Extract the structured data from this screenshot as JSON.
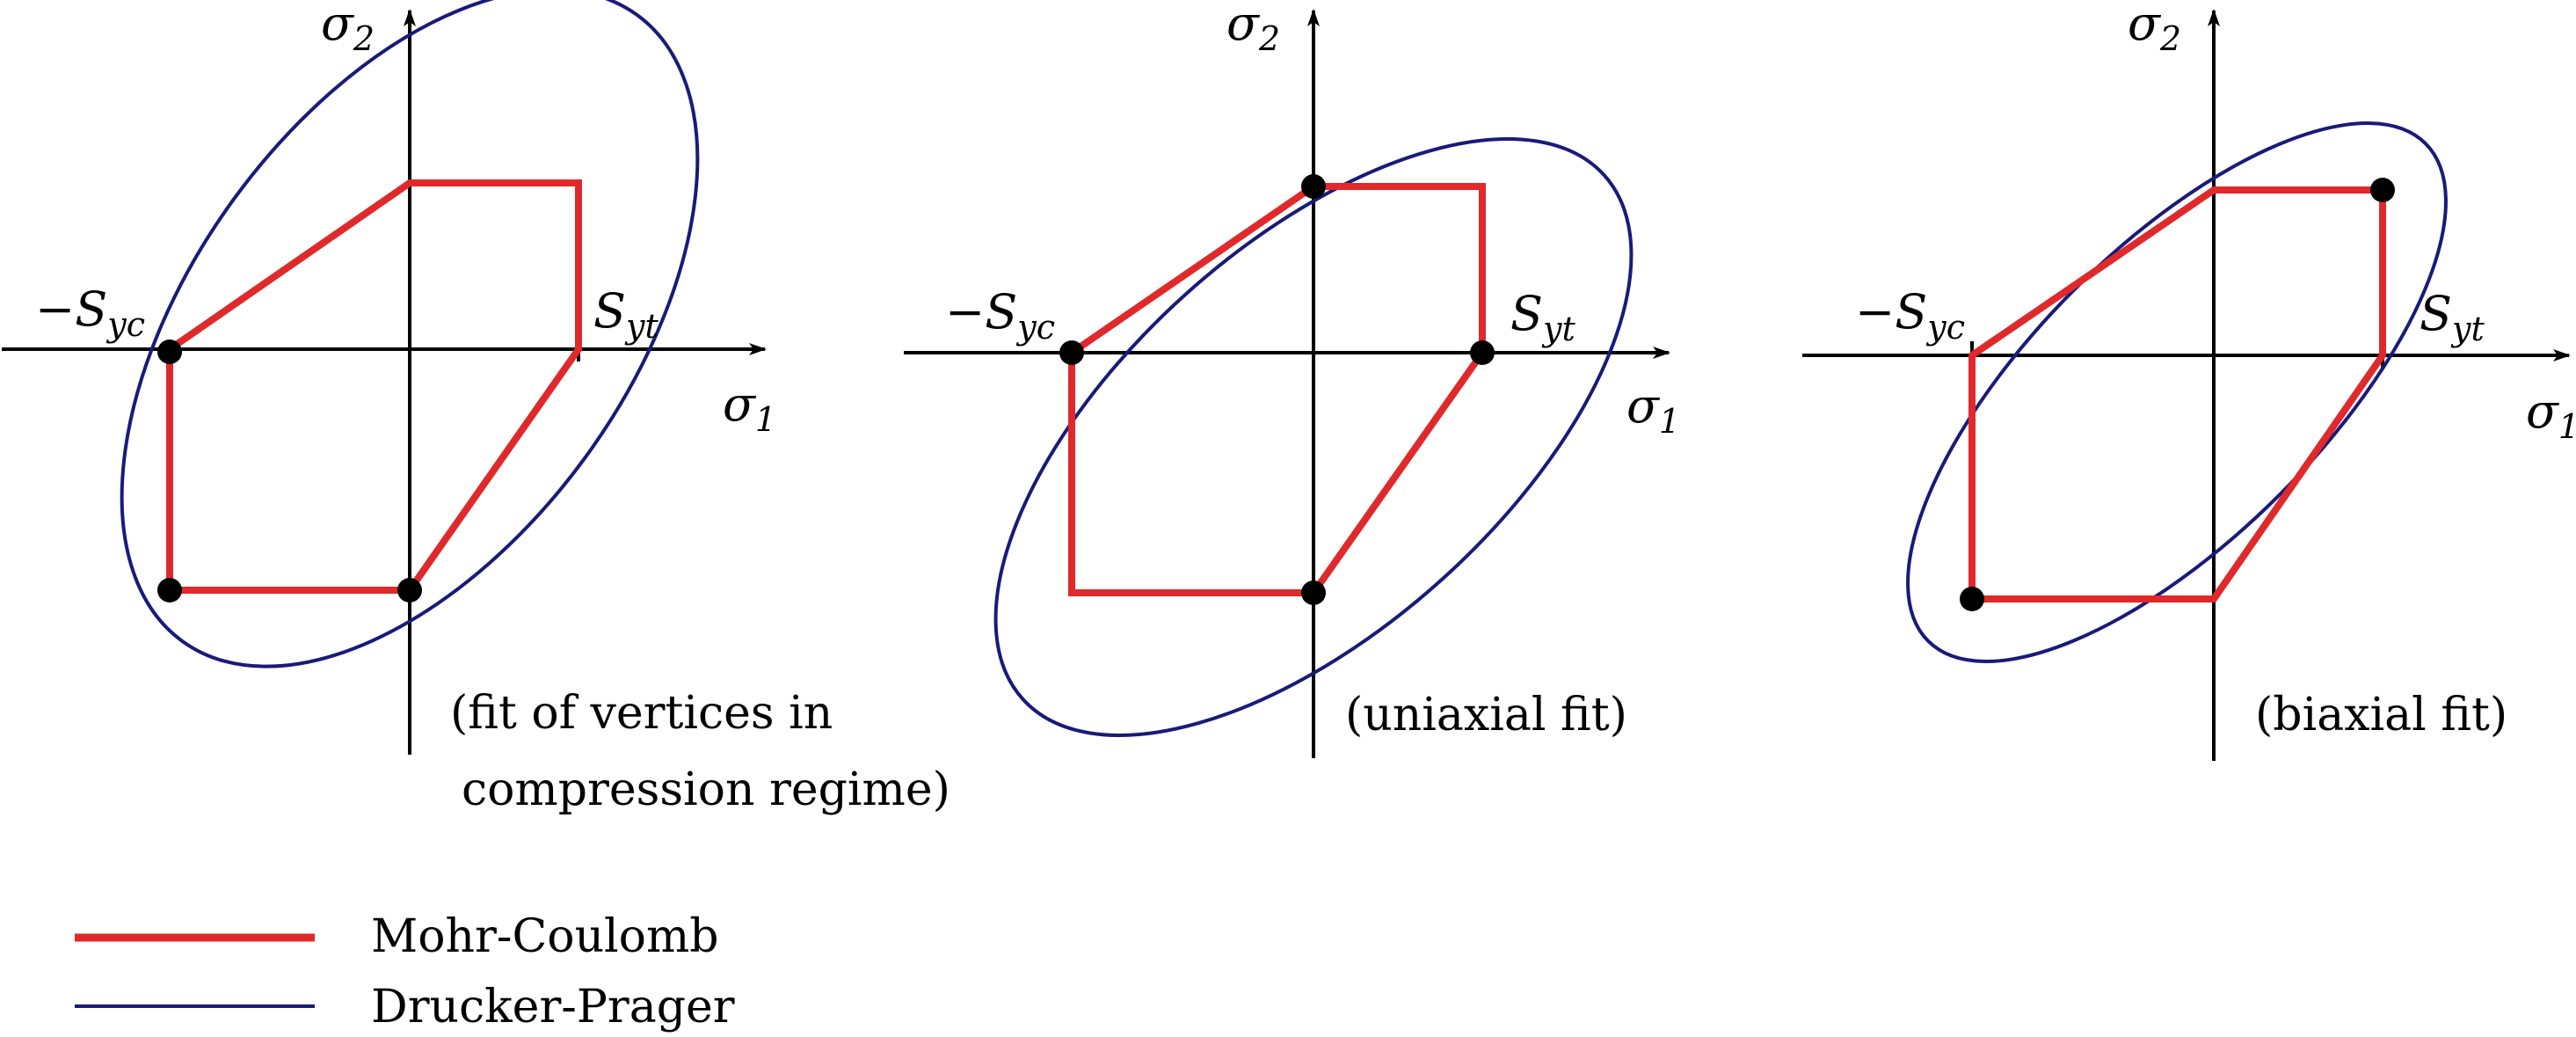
{
  "panels": [
    {
      "id": "compression",
      "caption_lines": [
        "(fit of vertices in",
        "compression regime)"
      ],
      "y_axis_label": "σ",
      "y_axis_sub": "2",
      "x_axis_label": "σ",
      "x_axis_sub": "1",
      "neg_label": "−S",
      "neg_sub": "yc",
      "pos_label": "S",
      "pos_sub": "yt"
    },
    {
      "id": "uniaxial",
      "caption_lines": [
        "(uniaxial fit)"
      ],
      "y_axis_label": "σ",
      "y_axis_sub": "2",
      "x_axis_label": "σ",
      "x_axis_sub": "1",
      "neg_label": "−S",
      "neg_sub": "yc",
      "pos_label": "S",
      "pos_sub": "yt"
    },
    {
      "id": "biaxial",
      "caption_lines": [
        "(biaxial fit)"
      ],
      "y_axis_label": "σ",
      "y_axis_sub": "2",
      "x_axis_label": "σ",
      "x_axis_sub": "1",
      "neg_label": "−S",
      "neg_sub": "yc",
      "pos_label": "S",
      "pos_sub": "yt"
    }
  ],
  "legend": {
    "mohr_coulomb": "Mohr-Coulomb",
    "drucker_prager": "Drucker-Prager"
  },
  "colors": {
    "mohr_coulomb": "#e0292a",
    "drucker_prager": "#1a1a7a"
  }
}
